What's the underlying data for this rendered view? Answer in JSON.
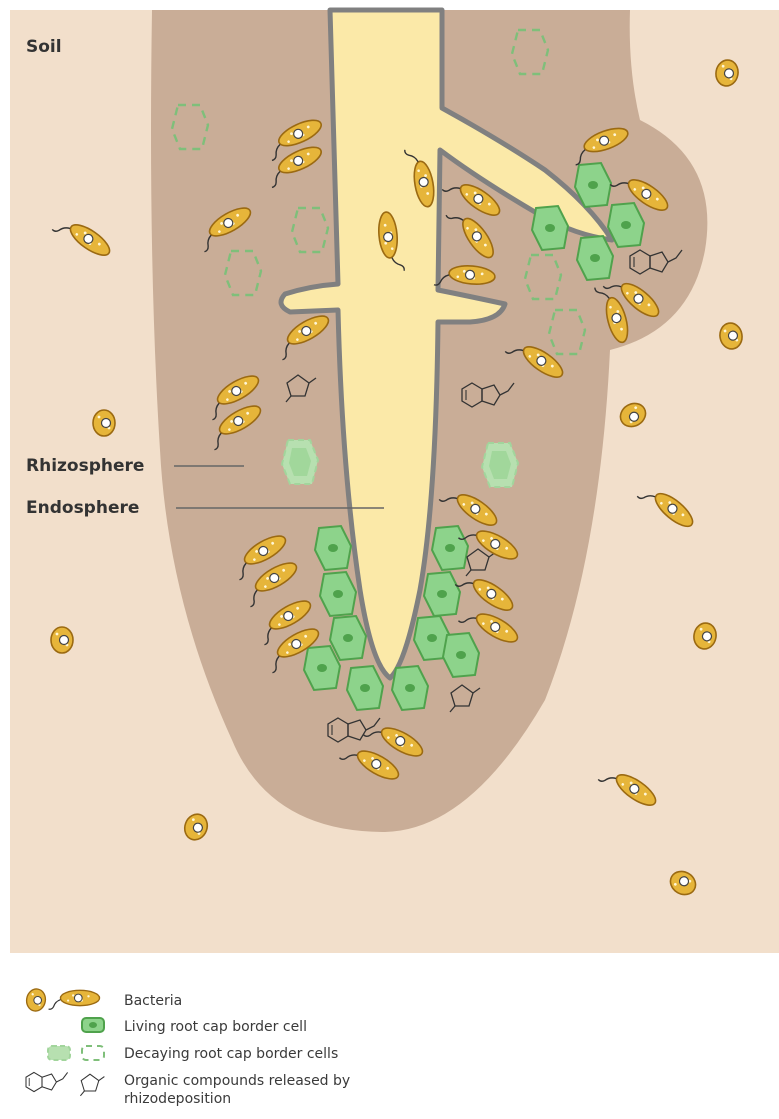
{
  "labels": {
    "soil": "Soil",
    "rhizosphere": "Rhizosphere",
    "endosphere": "Endosphere"
  },
  "legend": {
    "bacteria": "Bacteria",
    "living_cell": "Living root cap border cell",
    "decaying_cells": "Decaying  root cap border cells",
    "compounds_line1": "Organic compounds released by",
    "compounds_line2": "rhizodeposition"
  },
  "colors": {
    "soil": "#f2dfcb",
    "rhizosphere": "#c9ad97",
    "root_fill": "#fbe9a8",
    "root_outline": "#808080",
    "living_cell": "#8dd38b",
    "living_cell_outline": "#4fa24c",
    "decaying_cell": "#a9dca4",
    "bacteria_fill": "#e6b53a",
    "bacteria_outline": "#9b6a12"
  }
}
